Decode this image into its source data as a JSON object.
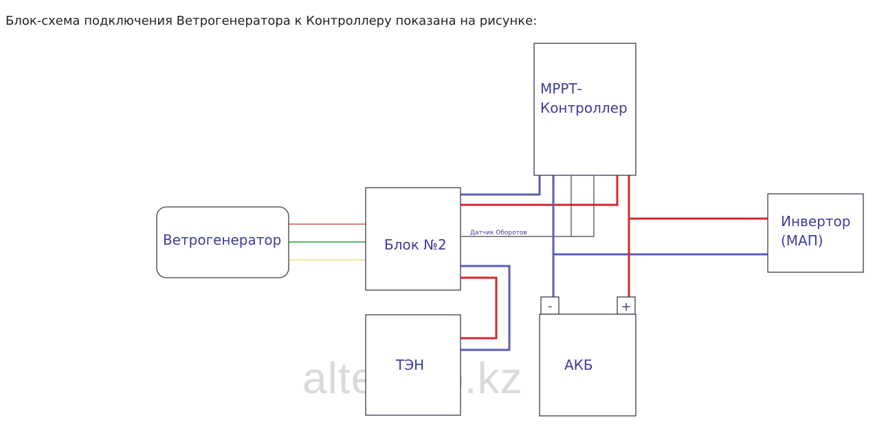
{
  "caption": "Блок-схема подключения Ветрогенератора к Контроллеру показана на рисунке:",
  "blocks": {
    "controller_line1": "МРРТ-",
    "controller_line2": "Контроллер",
    "wind_generator": "Ветрогенератор",
    "block2": "Блок №2",
    "heater": "ТЭН",
    "battery": "АКБ",
    "inverter_line1": "Инвертор",
    "inverter_line2": "(МАП)"
  },
  "wire_label": "Датчик Оборотов",
  "battery_terminals": {
    "minus": "-",
    "plus": "+"
  },
  "watermark": "altereco.kz",
  "colors": {
    "box_border": "#3a3a4a",
    "label_text": "#3c3c9a",
    "wire_blue": "#5b5bb8",
    "wire_red": "#d8262c",
    "wire_black": "#444444",
    "phase_red": "#c0392b",
    "phase_green": "#2e9b3a",
    "phase_yellow": "#f0d36a",
    "watermark": "#d9d9d9"
  }
}
